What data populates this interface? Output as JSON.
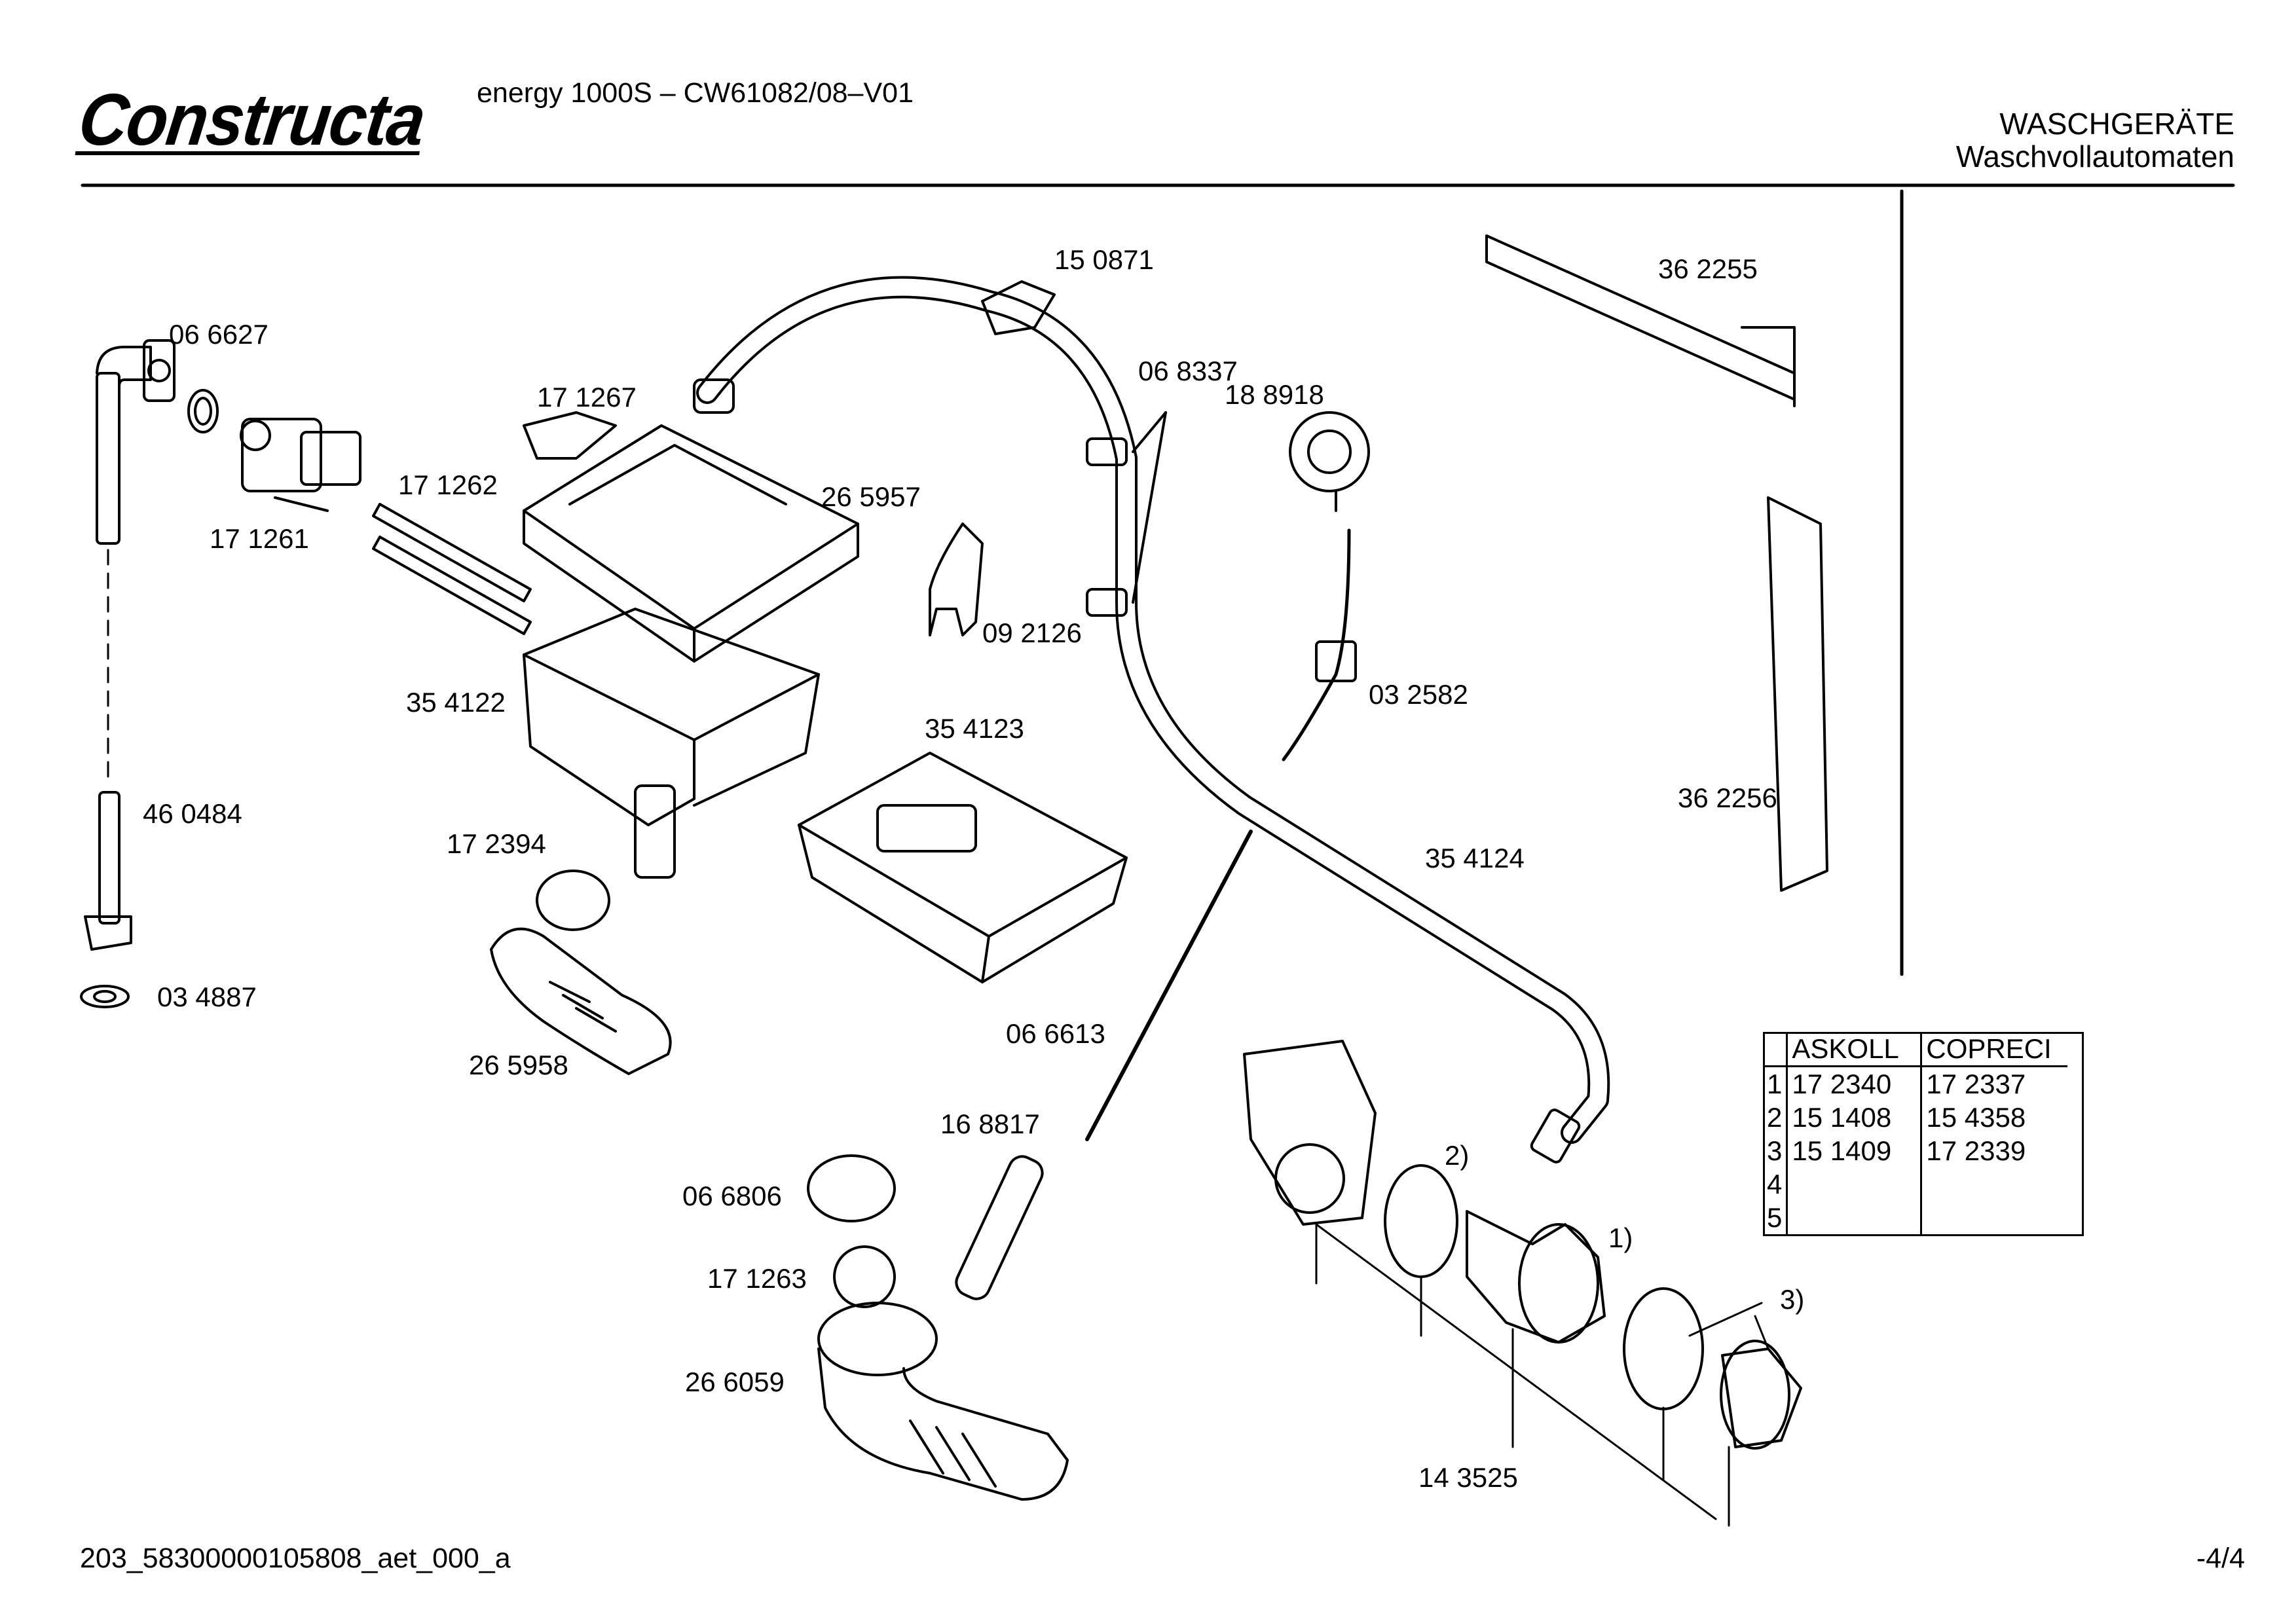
{
  "header": {
    "brand": "Constructa",
    "model": "energy 1000S – CW61082/08–V01",
    "category": "WASCHGERÄTE",
    "subcategory": "Waschvollautomaten"
  },
  "parts": [
    {
      "id": "p150871",
      "number": "15 0871"
    },
    {
      "id": "p066627",
      "number": "06 6627"
    },
    {
      "id": "p171267",
      "number": "17 1267"
    },
    {
      "id": "p068337",
      "number": "06 8337"
    },
    {
      "id": "p188918",
      "number": "18 8918"
    },
    {
      "id": "p362255",
      "number": "36 2255"
    },
    {
      "id": "p171262",
      "number": "17 1262"
    },
    {
      "id": "p265957",
      "number": "26 5957"
    },
    {
      "id": "p171261",
      "number": "17 1261"
    },
    {
      "id": "p092126",
      "number": "09 2126"
    },
    {
      "id": "p032582",
      "number": "03 2582"
    },
    {
      "id": "p354122",
      "number": "35 4122"
    },
    {
      "id": "p354123",
      "number": "35 4123"
    },
    {
      "id": "p460484",
      "number": "46 0484"
    },
    {
      "id": "p362256",
      "number": "36 2256"
    },
    {
      "id": "p172394",
      "number": "17 2394"
    },
    {
      "id": "p354124",
      "number": "35 4124"
    },
    {
      "id": "p034887",
      "number": "03 4887"
    },
    {
      "id": "p066613",
      "number": "06 6613"
    },
    {
      "id": "p265958",
      "number": "26 5958"
    },
    {
      "id": "p168817",
      "number": "16 8817"
    },
    {
      "id": "p066806",
      "number": "06 6806"
    },
    {
      "id": "p171263",
      "number": "17 1263"
    },
    {
      "id": "p266059",
      "number": "26 6059"
    },
    {
      "id": "p143525",
      "number": "14 3525"
    }
  ],
  "callouts": [
    "1)",
    "2)",
    "3)"
  ],
  "variant_table": {
    "headers": [
      "",
      "ASKOLL",
      "COPRECI"
    ],
    "rows": [
      [
        "1",
        "17 2340",
        "17 2337"
      ],
      [
        "2",
        "15 1408",
        "15 4358"
      ],
      [
        "3",
        "15 1409",
        "17 2339"
      ],
      [
        "4",
        "",
        ""
      ],
      [
        "5",
        "",
        ""
      ]
    ]
  },
  "footer": {
    "document_id": "203_58300000105808_aet_000_a",
    "page": "-4/4"
  }
}
